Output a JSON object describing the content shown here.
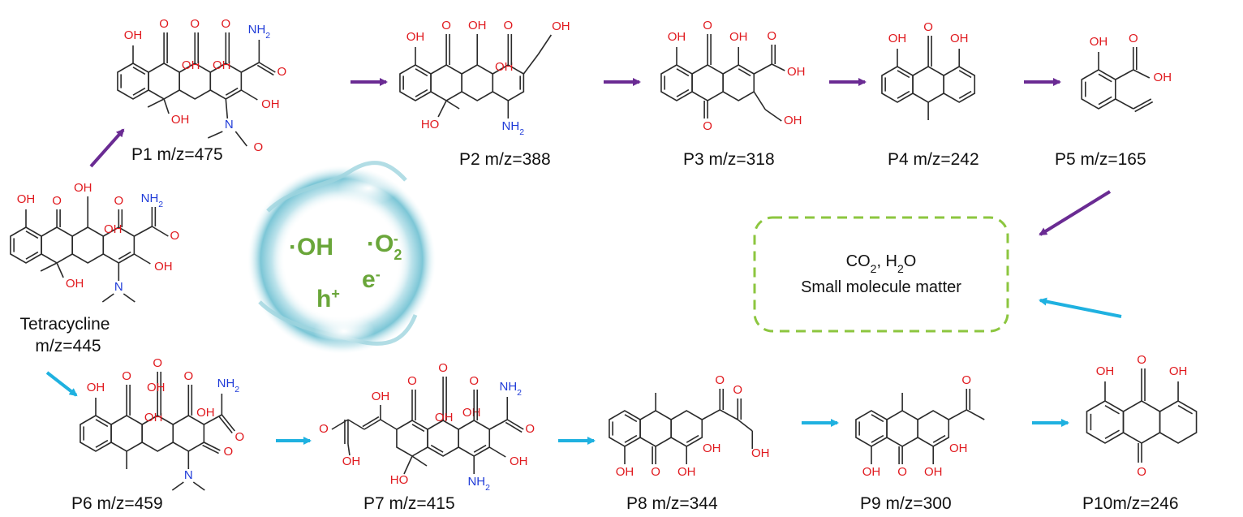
{
  "colors": {
    "oxygen": "#e0191e",
    "nitrogen": "#1f3bd8",
    "bond": "#2a2a2a",
    "arrow_top": "#6a2b93",
    "arrow_bottom": "#1fb1e0",
    "ring_text": "#6aa63a",
    "box_border": "#8cc63f"
  },
  "center": {
    "species": [
      {
        "text": "·OH"
      },
      {
        "text": "·O",
        "sub": "2",
        "sup": "-"
      },
      {
        "text": "h",
        "sup": "+"
      },
      {
        "text": "e",
        "sup": "-"
      }
    ]
  },
  "product_box": {
    "line1_parts": [
      {
        "t": "CO"
      },
      {
        "t": "2",
        "sub": true
      },
      {
        "t": ", H"
      },
      {
        "t": "2",
        "sub": true
      },
      {
        "t": "O"
      }
    ],
    "line2": "Small molecule matter"
  },
  "start": {
    "name": "Tetracycline",
    "mz": "m/z=445"
  },
  "products": [
    {
      "id": "P1",
      "caption": "P1   m/z=475"
    },
    {
      "id": "P2",
      "caption": "P2  m/z=388"
    },
    {
      "id": "P3",
      "caption": "P3  m/z=318"
    },
    {
      "id": "P4",
      "caption": "P4    m/z=242"
    },
    {
      "id": "P5",
      "caption": "P5 m/z=165"
    },
    {
      "id": "P6",
      "caption": "P6   m/z=459"
    },
    {
      "id": "P7",
      "caption": "P7        m/z=415"
    },
    {
      "id": "P8",
      "caption": "P8     m/z=344"
    },
    {
      "id": "P9",
      "caption": "P9  m/z=300"
    },
    {
      "id": "P10",
      "caption": "P10m/z=246"
    }
  ],
  "atoms": {
    "oh": "OH",
    "o": "O",
    "ho": "HO",
    "n": "N",
    "nh2": "NH",
    "nh2_sub": "2"
  }
}
